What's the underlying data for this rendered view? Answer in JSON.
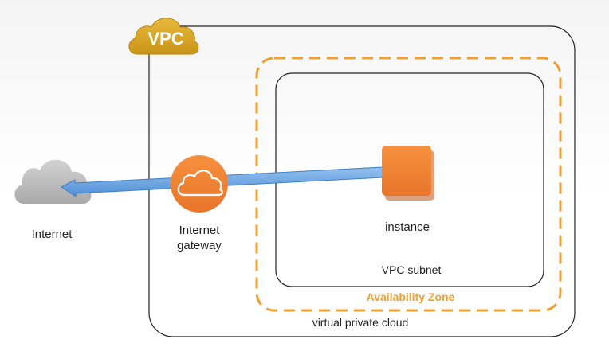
{
  "vpc_badge": "VPC",
  "labels": {
    "internet": "Internet",
    "internet_gateway_line1": "Internet",
    "internet_gateway_line2": "gateway",
    "instance": "instance",
    "vpc_subnet": "VPC subnet",
    "availability_zone": "Availability Zone",
    "virtual_private_cloud": "virtual private cloud"
  },
  "colors": {
    "vpc_badge": "#d9a827",
    "availability_zone": "#f0a030",
    "gateway": "#f58536",
    "instance": "#f58536",
    "arrow": "#6aa3e0",
    "internet_cloud": "#b9b9b9"
  },
  "icons": {
    "internet": "cloud-icon",
    "gateway": "cloud-outline-icon",
    "instance": "square-icon"
  }
}
